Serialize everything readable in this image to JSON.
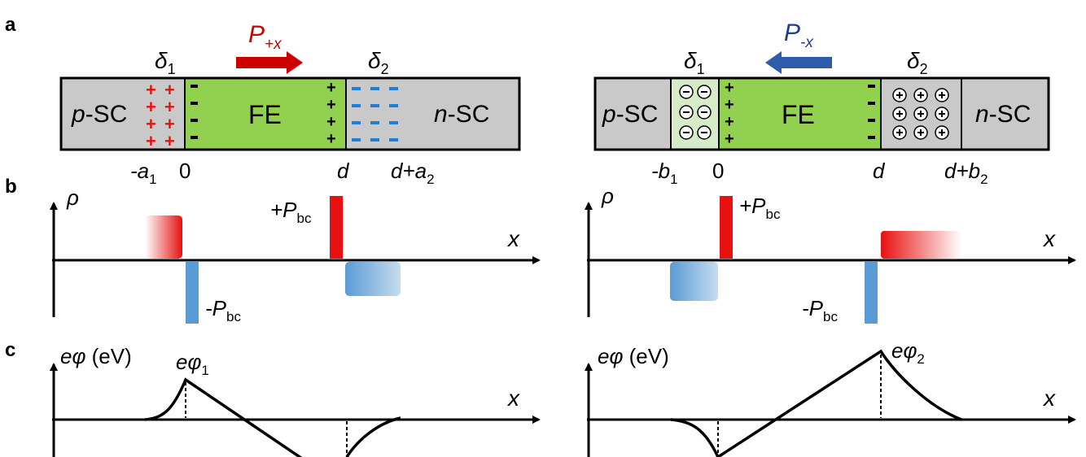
{
  "panels": {
    "a": "a",
    "b": "b",
    "c": "c"
  },
  "left": {
    "arrow_label": "P",
    "arrow_sub": "+x",
    "arrow_color": "#cc0000",
    "delta1": "δ",
    "delta1_sub": "1",
    "delta2": "δ",
    "delta2_sub": "2",
    "region_p": "p",
    "region_p_suffix": "-SC",
    "region_fe": "FE",
    "region_n": "n",
    "region_n_suffix": "-SC",
    "pos_a1": "-a",
    "pos_a1_sub": "1",
    "pos_zero": "0",
    "pos_d": "d",
    "pos_da2": "d+a",
    "pos_da2_sub": "2",
    "plus_charge": "+",
    "minus_charge": "-",
    "plus_pbc": "+P",
    "minus_pbc": "-P",
    "pbc_sub": "bc"
  },
  "right": {
    "arrow_label": "P",
    "arrow_sub": "-x",
    "arrow_color": "#1f3c99",
    "delta1": "δ",
    "delta1_sub": "1",
    "delta2": "δ",
    "delta2_sub": "2",
    "region_p": "p",
    "region_p_suffix": "-SC",
    "region_fe": "FE",
    "region_n": "n",
    "region_n_suffix": "-SC",
    "pos_b1": "-b",
    "pos_b1_sub": "1",
    "pos_zero": "0",
    "pos_d": "d",
    "pos_db2": "d+b",
    "pos_db2_sub": "2",
    "plus_pbc": "+P",
    "minus_pbc": "-P",
    "pbc_sub": "bc"
  },
  "axes": {
    "rho": "ρ",
    "x": "x",
    "ephi": "eφ",
    "ephi_unit": " (eV)",
    "ephi1": "eφ",
    "ephi1_sub": "1",
    "ephi2": "eφ",
    "ephi2_sub": "2"
  },
  "colors": {
    "sc_gray": "#c9c9c9",
    "fe_green": "#92d050",
    "depletion_green": "#d8ebc8",
    "positive_red": "#e81010",
    "negative_blue": "#5b9bd5",
    "charge_minus_blue": "#1f7fd6"
  }
}
